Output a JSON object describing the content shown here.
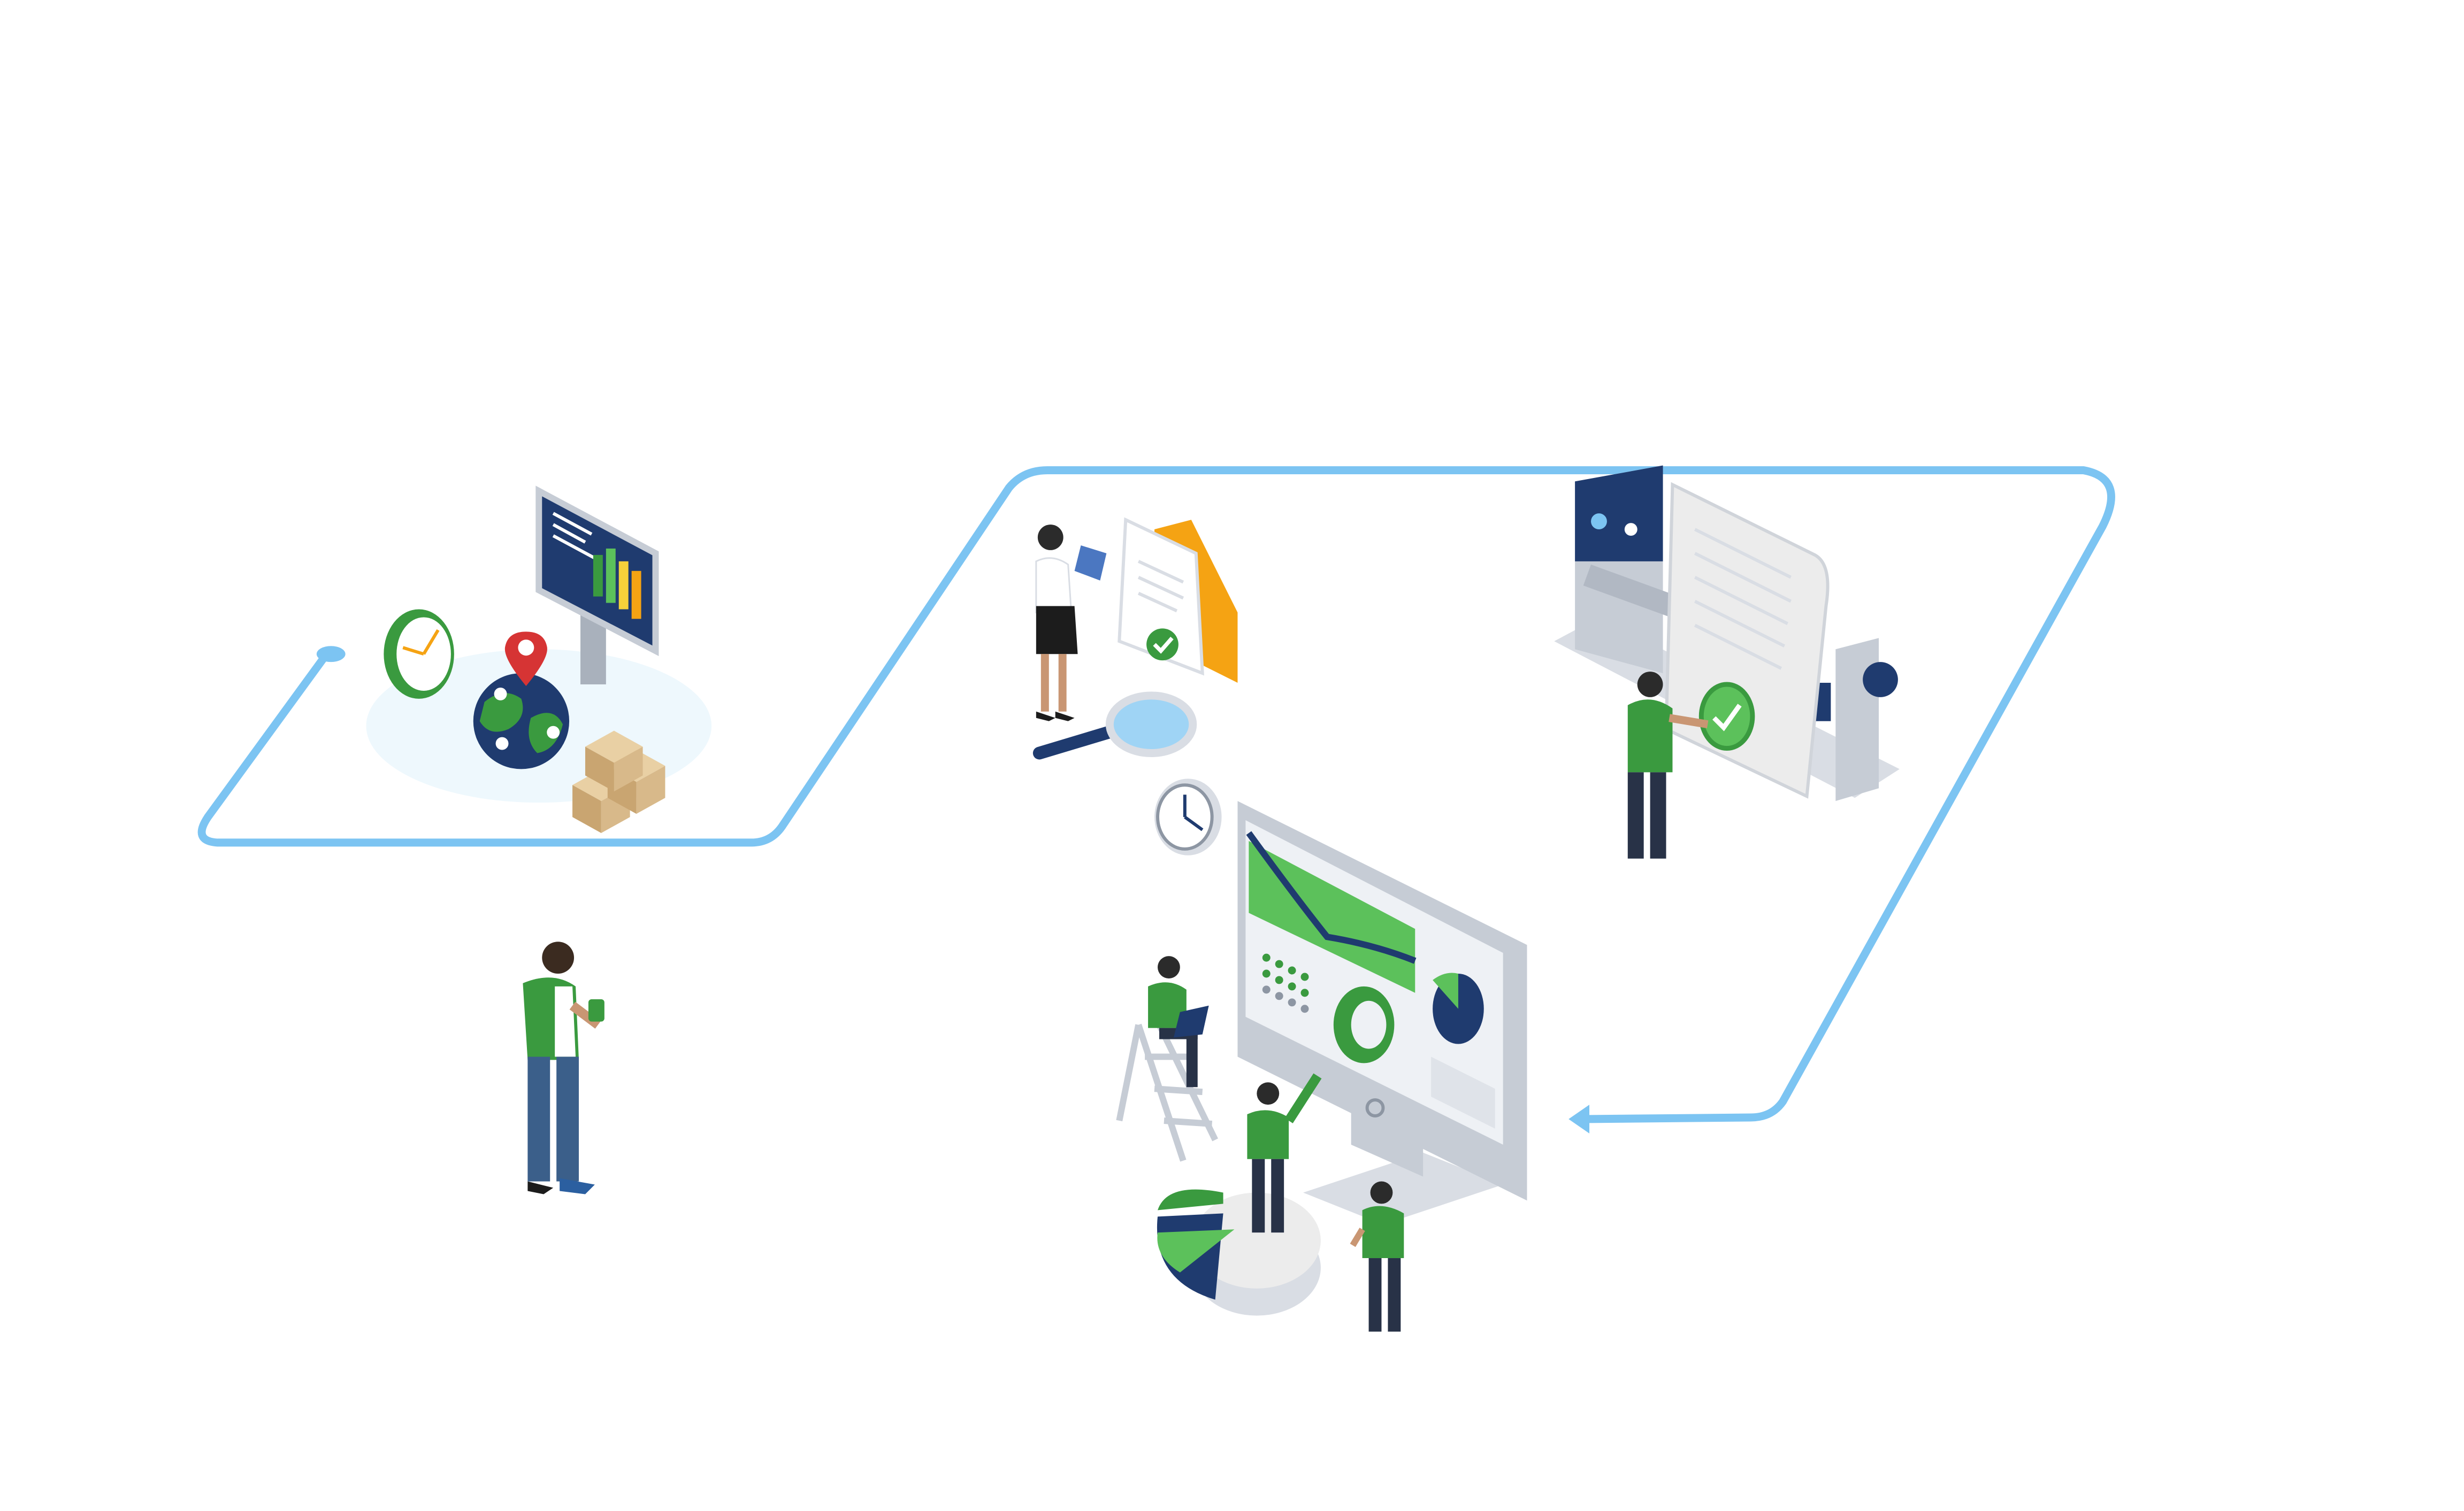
{
  "scene": {
    "background": "#ffffff",
    "path_color": "#7cc4f2",
    "accent_green": "#3a9a3f",
    "light_green": "#5cc15b",
    "navy": "#1f3b6f",
    "grey": "#d9dde4",
    "dark_grey": "#8d96a3",
    "box_brown": "#d8b98a",
    "orange": "#f5a313",
    "red_pin": "#d63434",
    "illustrations": [
      {
        "name": "logistics-hub",
        "icons": [
          "clock-icon",
          "map-pin-icon",
          "globe-icon",
          "boxes-icon",
          "billboard-chart-icon"
        ]
      },
      {
        "name": "document-review",
        "icons": [
          "woman-with-tablet",
          "approved-document-icon",
          "folder-icon",
          "magnifier-icon"
        ]
      },
      {
        "name": "manufacturing-machine",
        "icons": [
          "lathe-machine",
          "document-scroll",
          "check-badge-icon",
          "worker"
        ]
      },
      {
        "name": "analytics-dashboard",
        "icons": [
          "monitor-dashboard",
          "wall-clock-icon",
          "pie-chart-icon",
          "ladder",
          "team-members"
        ]
      },
      {
        "name": "standing-person",
        "icons": [
          "man-with-phone"
        ]
      }
    ]
  }
}
